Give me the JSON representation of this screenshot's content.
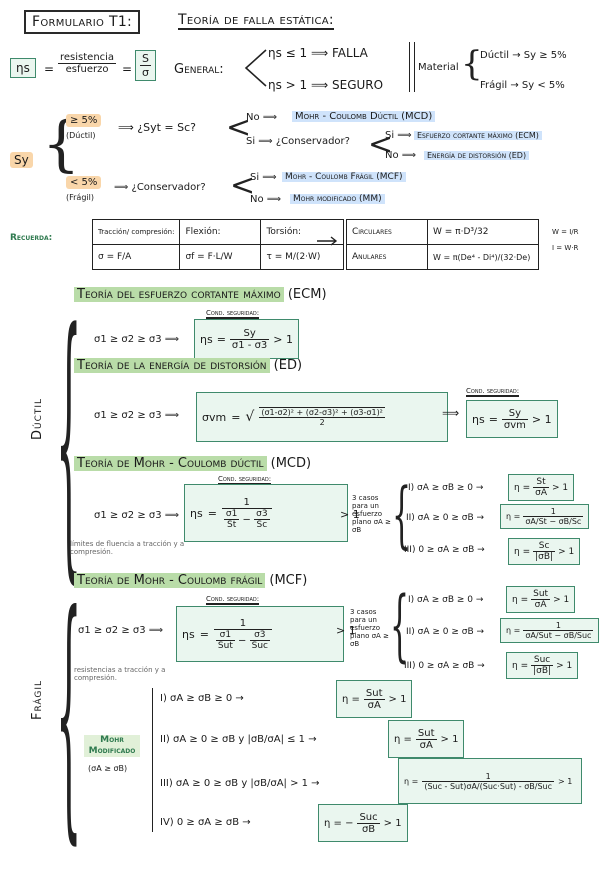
{
  "header": {
    "box_title": "Formulario T1:",
    "page_title": "Teoría de falla estática:"
  },
  "general": {
    "ns": "ηs",
    "eq": "=",
    "ratio_num": "resistencia",
    "ratio_den": "esfuerzo",
    "s": "S",
    "sigma": "σ",
    "label": "General:",
    "line1": "ηs ≤ 1 ⟹ FALLA",
    "line2": "ηs > 1 ⟹ SEGURO",
    "material_label": "Material",
    "ductil": "Dúctil → Sy ≥ 5%",
    "fragil": "Frágil → Sy < 5%"
  },
  "sy_tree": {
    "sy": "Sy",
    "ge5": "≥ 5%",
    "ductil_tag": "(Dúctil)",
    "q1": "⟹ ¿Syt = Sc?",
    "no1": "No ⟹",
    "mcd": "Mohr - Coulomb Dúctil (MCD)",
    "si1": "Si ⟹ ¿Conservador?",
    "si2": "Si ⟹",
    "ecm": "Esfuerzo cortante máximo (ECM)",
    "no2": "No ⟹",
    "ed": "Energía de distorsión (ED)",
    "lt5": "< 5%",
    "fragil_tag": "(Frágil)",
    "q2": "⟹ ¿Conservador?",
    "si3": "Si ⟹",
    "mcf": "Mohr - Coulomb Frágil (MCF)",
    "no3": "No ⟹",
    "mm": "Mohr modificado (MM)"
  },
  "recuerda": {
    "label": "Recuerda:",
    "h1": "Tracción/ compresión:",
    "h2": "Flexión:",
    "h3": "Torsión:",
    "f1": "σ = F/A",
    "f2": "σf = F·L/W",
    "f3": "τ = M/(2·W)",
    "c1": "Circulares",
    "c1f": "W = π·D³/32",
    "c2": "Anulares",
    "c2f": "W = π(De⁴ - Di⁴)/(32·De)",
    "side1": "W = I/R",
    "side2": "I = W·R"
  },
  "ductil": {
    "side_label": "Dúctil",
    "ecm_title": "Teoría del esfuerzo cortante máximo",
    "ecm_tag": "(ECM)",
    "cond": "Cond. seguridad:",
    "order": "σ1 ≥ σ2 ≥ σ3 ⟹",
    "ecm_num": "Sy",
    "ecm_den": "σ1 - σ3",
    "gt1": "> 1",
    "ed_title": "Teoría de la energía de distorsión",
    "ed_tag": "(ED)",
    "vm": "σvm",
    "vm_num": "(σ1-σ2)² + (σ2-σ3)² + (σ3-σ1)²",
    "vm_den": "2",
    "ed_num": "Sy",
    "ed_den": "σvm",
    "mcd_title": "Teoría de Mohr - Coulomb dúctil",
    "mcd_tag": "(MCD)",
    "st": "St",
    "sc": "Sc",
    "s1": "σ1",
    "s3": "σ3",
    "cases": "3 casos para un esfuerzo plano σA ≥ σB",
    "c1": "I) σA ≥ σB ≥ 0 →",
    "c1r_num": "St",
    "c1r_den": "σA",
    "c2": "II) σA ≥ 0 ≥ σB →",
    "c2r_a": "σA/St",
    "c2r_b": "σB/Sc",
    "c3": "III) 0 ≥ σA ≥ σB →",
    "c3r_num": "Sc",
    "c3r_den": "|σB|",
    "note": "límites de fluencia a tracción y a compresión."
  },
  "fragil": {
    "side_label": "Frágil",
    "mcf_title": "Teoría de Mohr - Coulomb frágil",
    "mcf_tag": "(MCF)",
    "sut": "Sut",
    "suc": "Suc",
    "c1r_num": "Sut",
    "c1r_den": "σA",
    "c2r_a": "σA/Sut",
    "c2r_b": "σB/Suc",
    "c3r_num": "Suc",
    "c3r_den": "|σB|",
    "note": "resistencias a tracción y a compresión.",
    "mm_label": "Mohr Modificado",
    "mm_cond": "(σA ≥ σB)",
    "m1": "I) σA ≥ σB ≥ 0 →",
    "m1r_num": "Sut",
    "m1r_den": "σA",
    "m2": "II) σA ≥ 0 ≥ σB y |σB/σA| ≤ 1 →",
    "m2r_num": "Sut",
    "m2r_den": "σA",
    "m3": "III) σA ≥ 0 ≥ σB y |σB/σA| > 1 →",
    "m3r_den": "(Suc - Sut)σA/(Suc·Sut) - σB/Suc",
    "m4": "IV) 0 ≥ σA ≥ σB →",
    "m4r_num": "Suc",
    "m4r_den": "σB"
  }
}
